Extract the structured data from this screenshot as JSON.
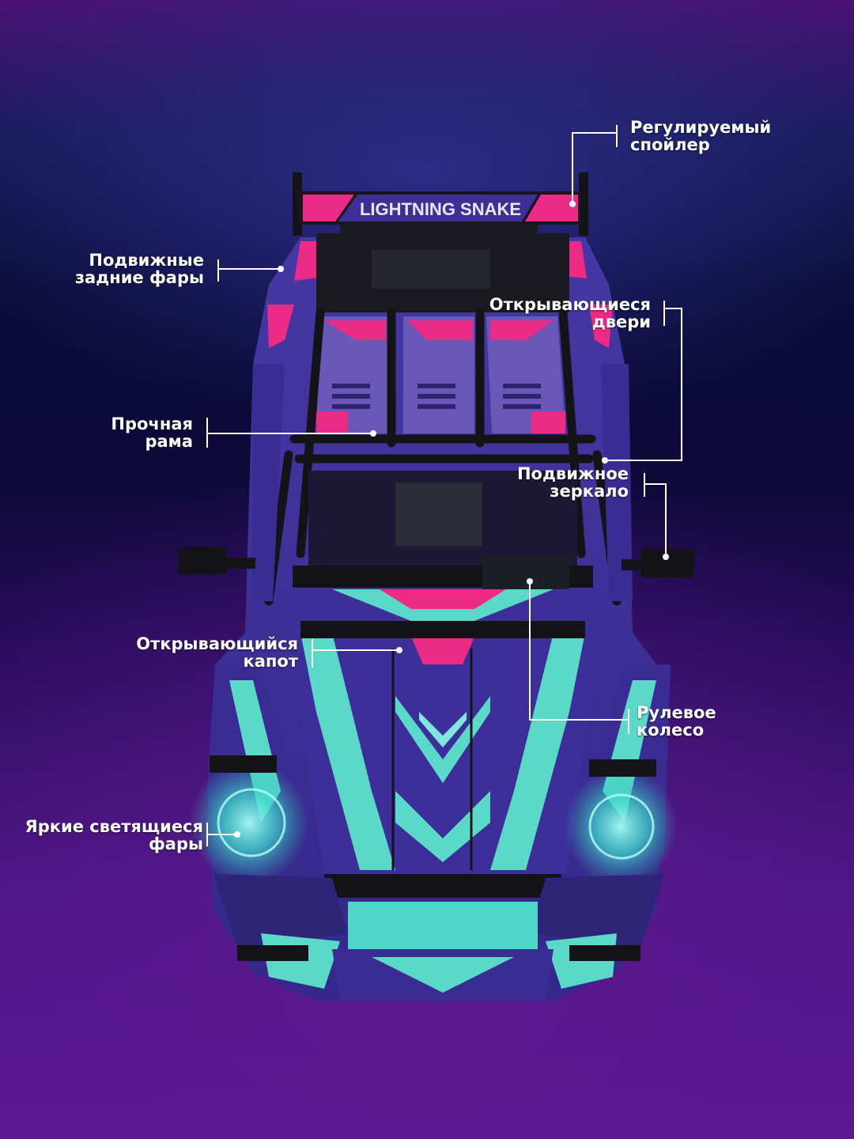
{
  "car": {
    "spoiler_text": "LIGHTNING SNAKE",
    "colors": {
      "purple": "#4a3aa6",
      "pink": "#ee2a86",
      "teal": "#4ed6c8",
      "black": "#141418"
    }
  },
  "callouts": {
    "spoiler": [
      "Регулируемый",
      "спойлер"
    ],
    "rear_lights": [
      "Подвижные",
      "задние фары"
    ],
    "doors": [
      "Открывающиеся",
      "двери"
    ],
    "frame": [
      "Прочная",
      "рама"
    ],
    "mirror": [
      "Подвижное",
      "зеркало"
    ],
    "hood": [
      "Открывающийся",
      "капот"
    ],
    "steering": [
      "Рулевое",
      "колесо"
    ],
    "headlights": [
      "Яркие светящиеся",
      "фары"
    ]
  }
}
